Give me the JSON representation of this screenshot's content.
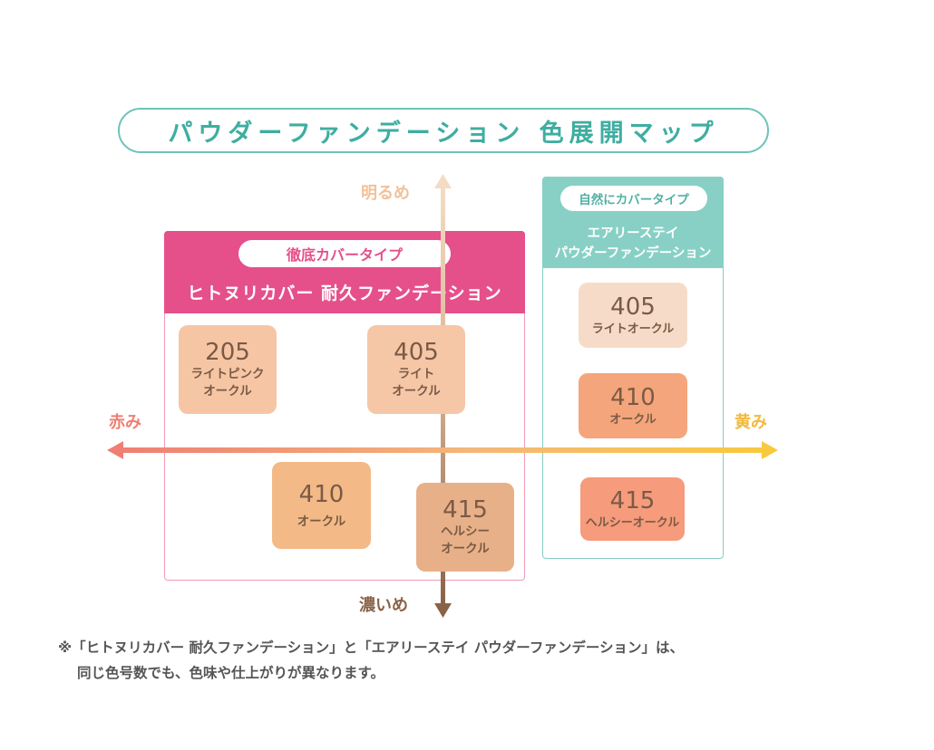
{
  "title": "パウダーファンデーション 色展開マップ",
  "axes": {
    "top": "明るめ",
    "bottom": "濃いめ",
    "left": "赤み",
    "right": "黄み"
  },
  "panels": {
    "hitonuri": {
      "tag": "徹底カバータイプ",
      "name": "ヒトヌリカバー 耐久ファンデーション",
      "shades": [
        {
          "code": "205",
          "name_lines": [
            "ライトピンク",
            "オークル"
          ],
          "color": "#f6c6a4"
        },
        {
          "code": "405",
          "name_lines": [
            "ライト",
            "オークル"
          ],
          "color": "#f6c7a6"
        },
        {
          "code": "410",
          "name_lines": [
            "オークル"
          ],
          "color": "#f3b986"
        },
        {
          "code": "415",
          "name_lines": [
            "ヘルシー",
            "オークル"
          ],
          "color": "#e8b088"
        }
      ],
      "accent_color": "#e5508a"
    },
    "airy": {
      "tag": "自然にカバータイプ",
      "name_lines": [
        "エアリーステイ",
        "パウダーファンデーション"
      ],
      "shades": [
        {
          "code": "405",
          "name": "ライトオークル",
          "color": "#f6dcc8"
        },
        {
          "code": "410",
          "name": "オークル",
          "color": "#f5a57b"
        },
        {
          "code": "415",
          "name": "ヘルシーオークル",
          "color": "#f69b7b"
        }
      ],
      "accent_color": "#88d0c5"
    }
  },
  "footnote": {
    "line1": "※「ヒトヌリカバー 耐久ファンデーション」と「エアリーステイ パウダーファンデーション」は、",
    "line2": "同じ色号数でも、色味や仕上がりが異なります。"
  }
}
